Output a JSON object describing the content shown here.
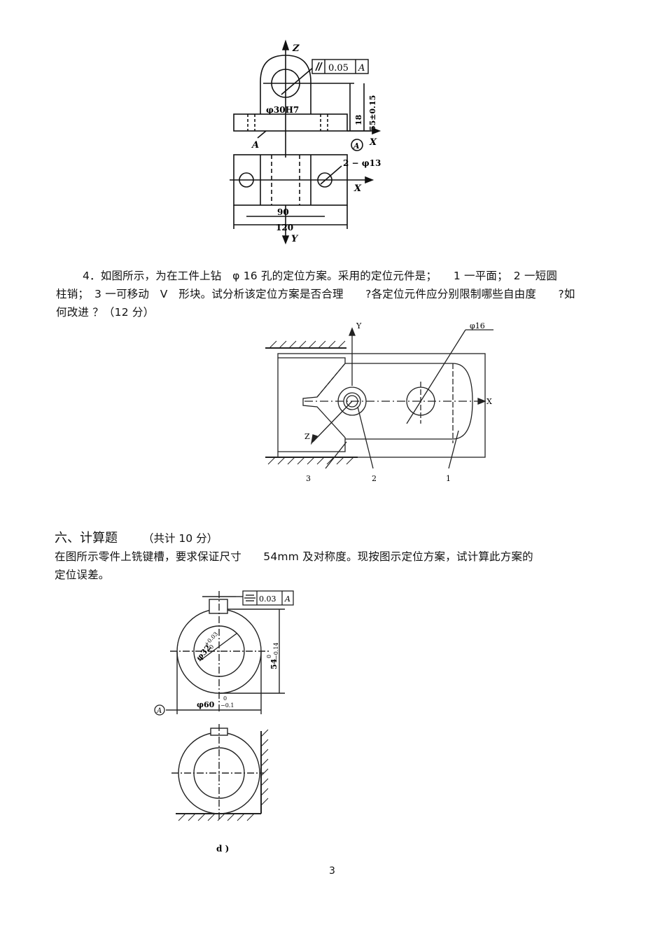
{
  "figure1": {
    "label_z": "Z",
    "label_x": "X",
    "label_x2": "X",
    "label_y": "Y",
    "label_a": "A",
    "datum_a": "A",
    "tol_value": "0.05",
    "tol_datum": "A",
    "dim_bore": "φ30H7",
    "dim_18": "18",
    "dim_55": "55±0.15",
    "dim_holes": "2 − φ13",
    "dim_90": "90",
    "dim_120": "120"
  },
  "question4": {
    "line1": "4．如图所示，为在工件上钻　φ 16 孔的定位方案。采用的定位元件是；　　1 一平面；　2 一短圆",
    "line2": "柱销；　3 一可移动　V　形块。试分析该定位方案是否合理　　?各定位元件应分别限制哪些自由度　　?如",
    "line3": "何改进 ？（12 分）"
  },
  "figure2": {
    "label_y": "Y",
    "label_x": "X",
    "label_z": "Z",
    "label_phi16": "φ16",
    "label_1": "1",
    "label_2": "2",
    "label_3": "3"
  },
  "section6": {
    "title": "六、计算题",
    "points": "（共计  10 分）",
    "line1": "在图所示零件上铣键槽，要求保证尺寸　　54mm 及对称度。现按图示定位方案，试计算此方案的",
    "line2": "定位误差。"
  },
  "figure3": {
    "tol_value": "0.03",
    "tol_datum": "A",
    "dim_bore": "φ32",
    "dim_bore_upper": "+0.03",
    "dim_bore_lower": "0",
    "dim_54": "54",
    "dim_54_upper": "0",
    "dim_54_lower": "−0.14",
    "dim_60": "φ60",
    "dim_60_upper": "0",
    "dim_60_lower": "−0.1",
    "datum_a": "A",
    "caption": "d )"
  },
  "page_number": "3"
}
